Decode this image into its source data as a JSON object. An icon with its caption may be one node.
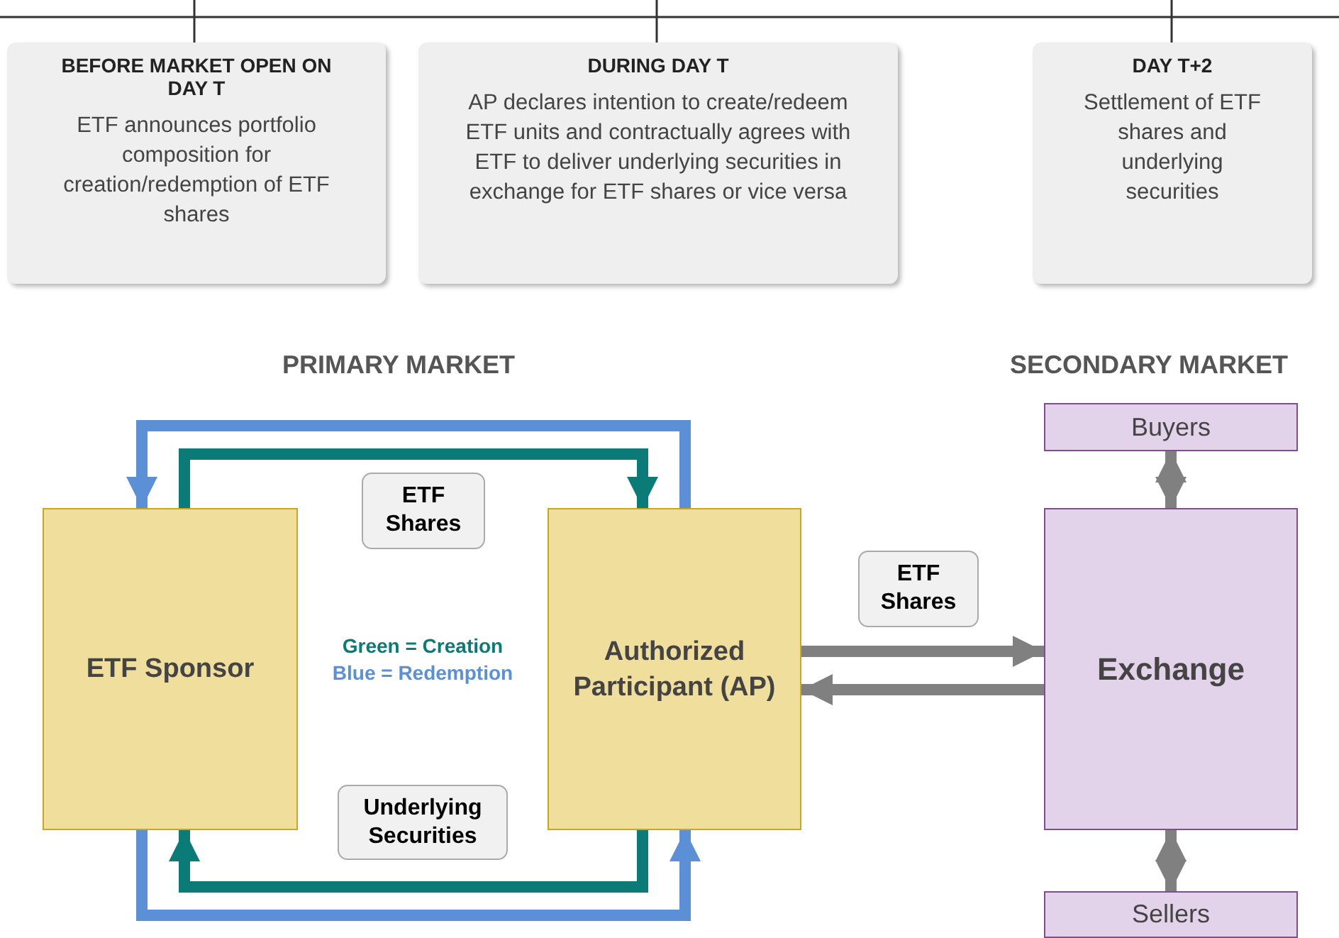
{
  "diagram": {
    "nodes": [
      {
        "text": [
          "BEFORE MARKET OPEN ON DAY T",
          "ETF announces portfolio composition for creation/redemption of ETF shares"
        ]
      },
      {
        "text": [
          "DURING DAY T",
          "AP declares intention to create/redeem ETF units and contractually agrees with ETF to deliver underlying securities in exchange for ETF shares or vice versa"
        ]
      },
      {
        "text": [
          "DAY T+2",
          "Settlement of ETF shares and underlying securities"
        ]
      },
      {
        "text": [
          "ETF Sponsor"
        ]
      },
      {
        "text": [
          "Authorized Participant (AP)"
        ]
      },
      {
        "text": [
          "Buyers"
        ]
      },
      {
        "text": [
          "Exchange"
        ]
      },
      {
        "text": [
          "Sellers"
        ]
      }
    ],
    "edges": [
      {
        "from": 3,
        "to": 4,
        "arrow": "to",
        "label": "ETF Shares",
        "color": "#0b7b77"
      },
      {
        "from": 4,
        "to": 3,
        "arrow": "to",
        "color": "#5b8fd6"
      },
      {
        "from": 4,
        "to": 3,
        "arrow": "to",
        "label": "Underlying Securities",
        "color": "#0b7b77"
      },
      {
        "from": 3,
        "to": 4,
        "arrow": "to",
        "color": "#5b8fd6"
      },
      {
        "from": 4,
        "to": 6,
        "arrow": "to",
        "label": "ETF Shares"
      },
      {
        "from": 6,
        "to": 4,
        "arrow": "to"
      },
      {
        "from": 5,
        "to": 6,
        "arrow": "both"
      },
      {
        "from": 6,
        "to": 7,
        "arrow": "both"
      }
    ],
    "labels": [
      "PRIMARY MARKET",
      "SECONDARY MARKET"
    ],
    "legend": [
      {
        "text": "Green = Creation",
        "color": "#0b7b77"
      },
      {
        "text": "Blue = Redemption",
        "color": "#5b8fd6"
      }
    ]
  }
}
